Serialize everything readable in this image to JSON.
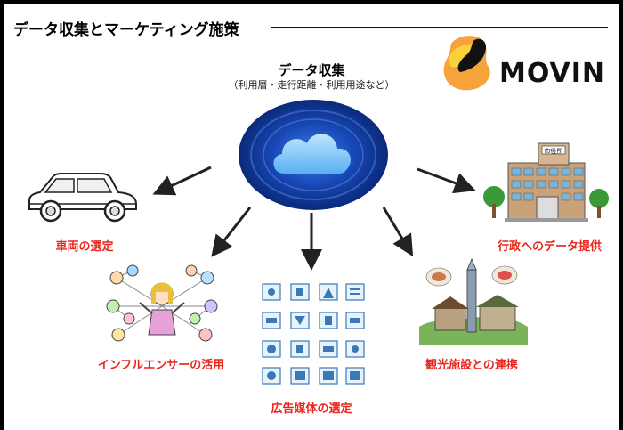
{
  "header": {
    "title": "データ収集とマーケティング施策"
  },
  "logo": {
    "text": "MOVIN",
    "colors": {
      "orange": "#f5a33a",
      "yellow": "#f7d23a",
      "black": "#111111"
    }
  },
  "center": {
    "title": "データ収集",
    "subtitle": "（利用層・走行距離・利用用途など）",
    "icon": "cloud-icon"
  },
  "outcomes": [
    {
      "label": "車両の選定",
      "icon": "car-icon"
    },
    {
      "label": "行政へのデータ提供",
      "icon": "city-hall-building-icon"
    },
    {
      "label": "インフルエンサーの活用",
      "icon": "influencer-network-icon"
    },
    {
      "label": "広告媒体の選定",
      "icon": "ad-media-grid-icon"
    },
    {
      "label": "観光施設との連携",
      "icon": "tourism-city-icon"
    }
  ],
  "city_hall_sign": "市役所",
  "colors": {
    "accent_red": "#e8261c",
    "arrow": "#222222"
  }
}
